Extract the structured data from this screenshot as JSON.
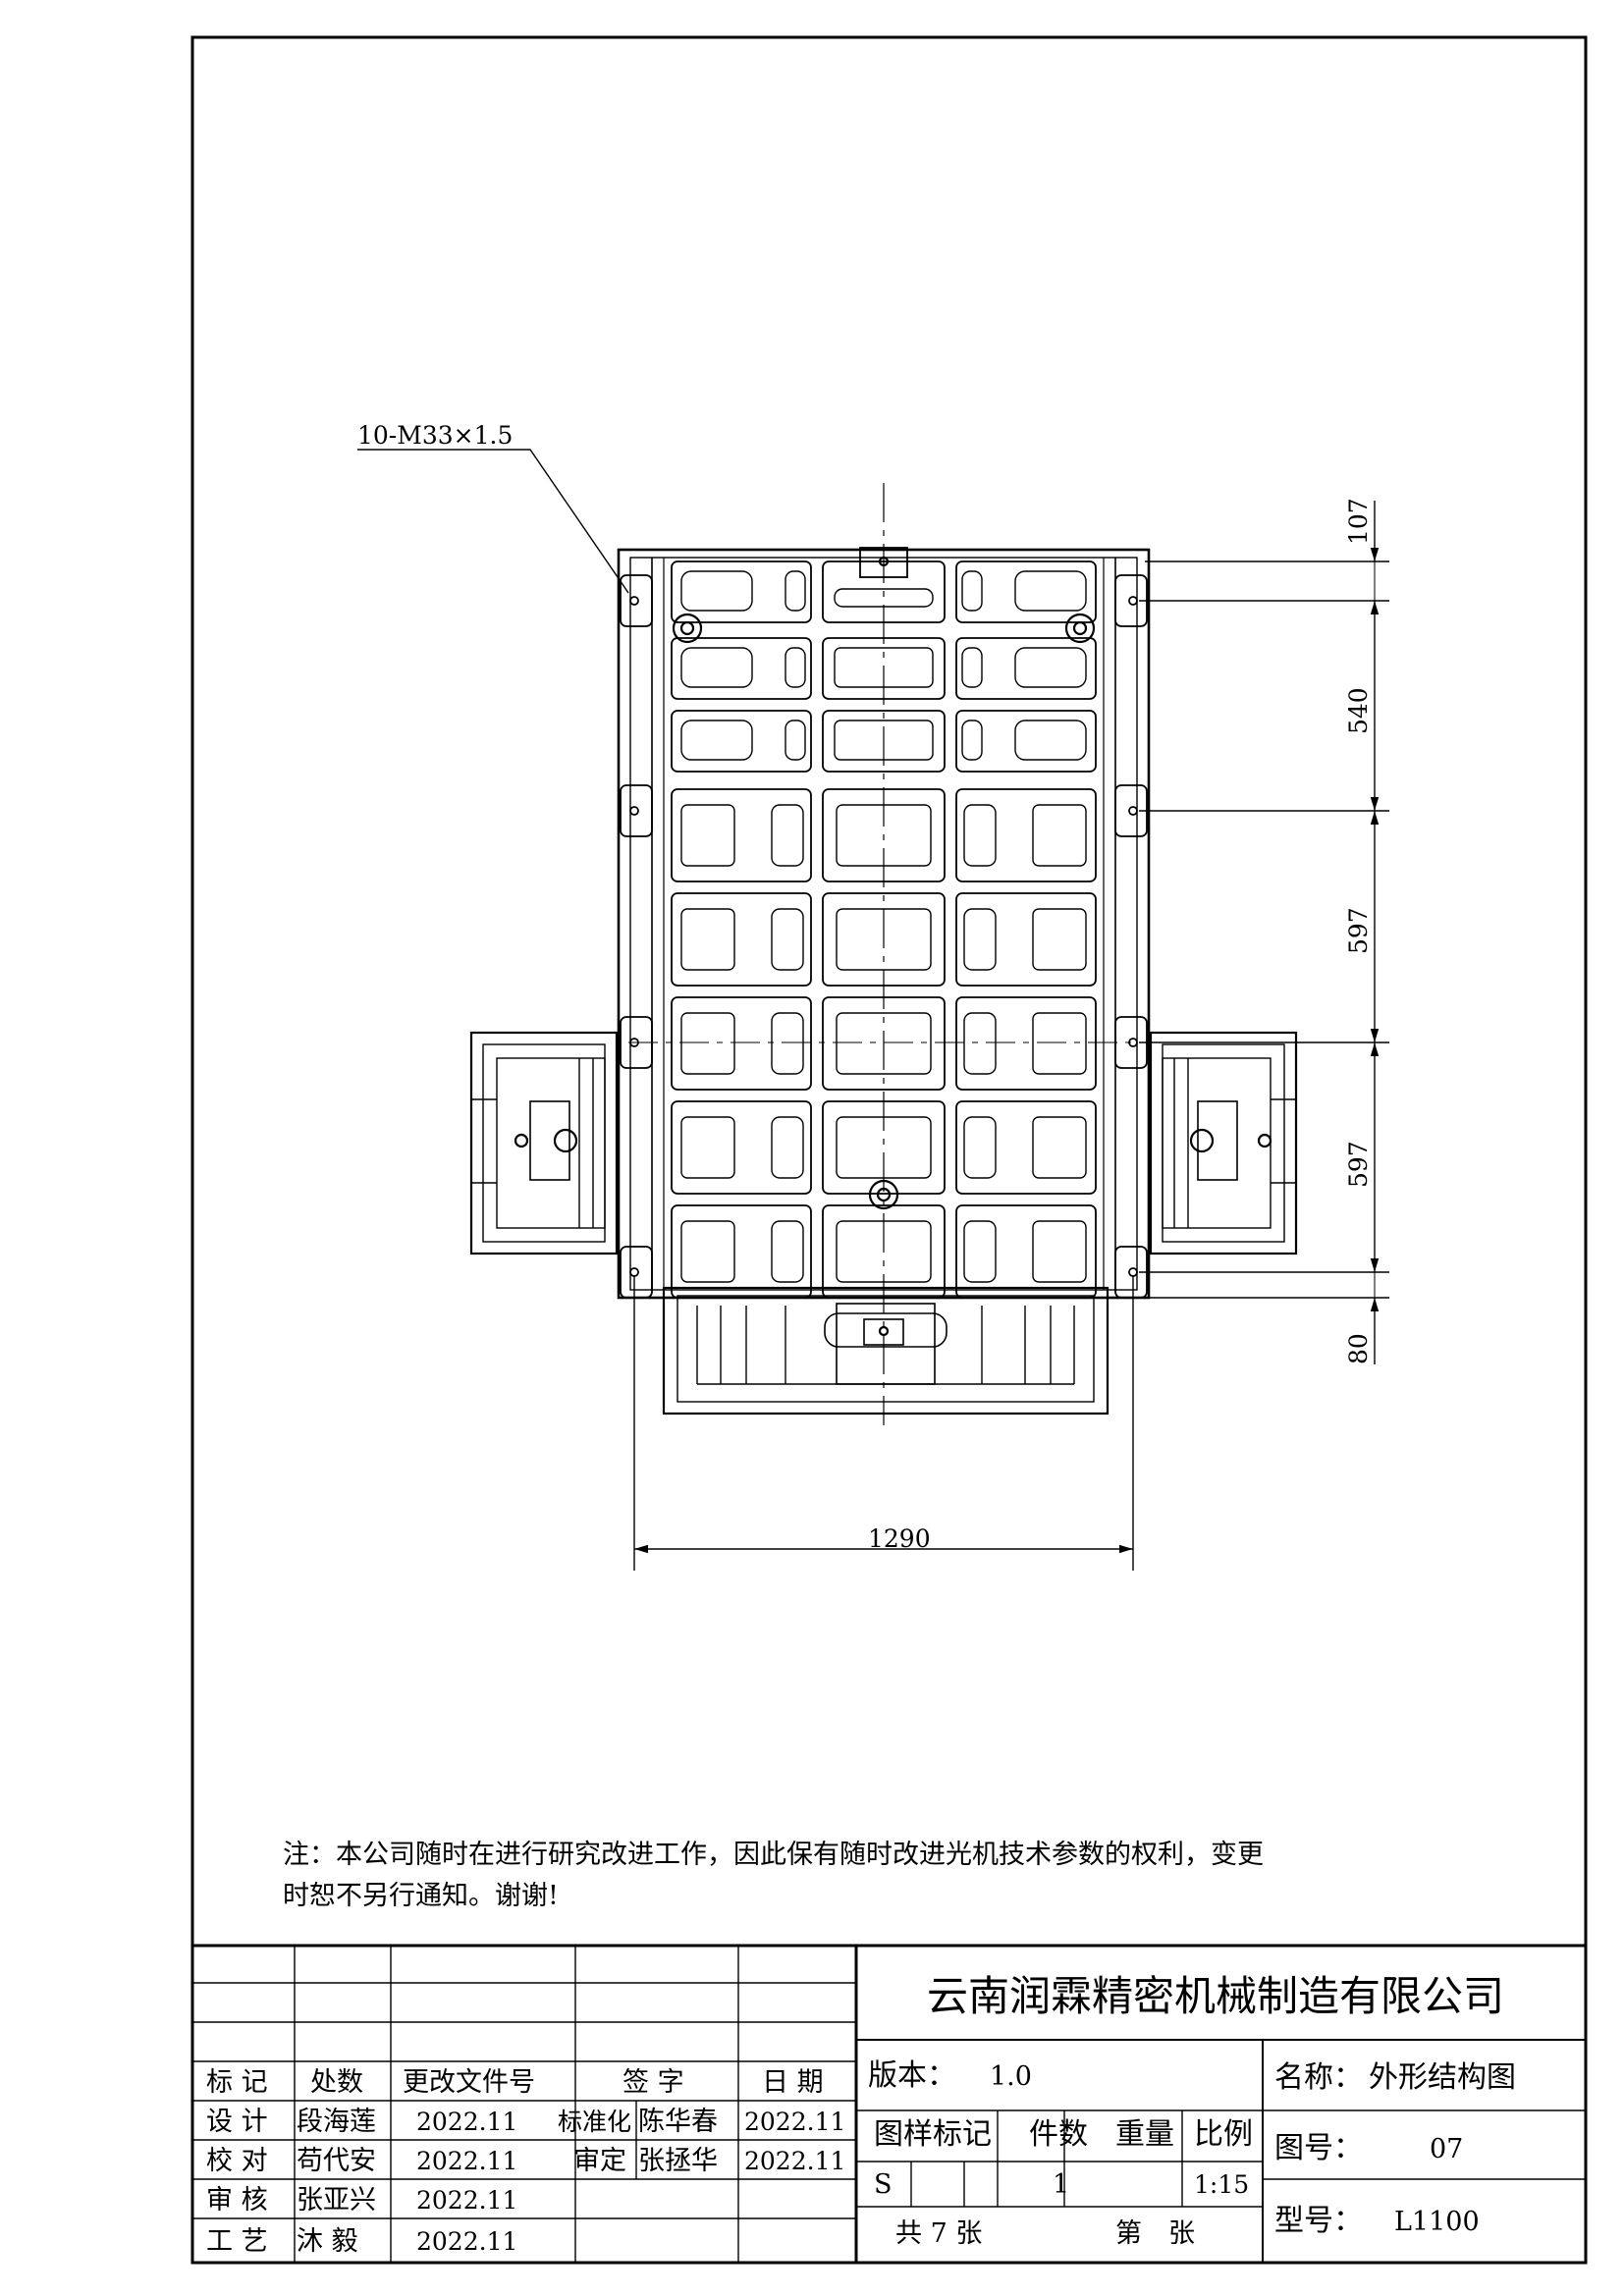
{
  "drawing": {
    "thread_callout": "10-M33×1.5",
    "dims_vertical": [
      "107",
      "540",
      "597",
      "597",
      "80"
    ],
    "dim_horizontal": "1290"
  },
  "note": {
    "line1": "注：本公司随时在进行研究改进工作，因此保有随时改进光机技术参数的权利，变更",
    "line2": "时恕不另行通知。谢谢!"
  },
  "title_block": {
    "company": "云南润霖精密机械制造有限公司",
    "revision_headers": [
      "标 记",
      "处数",
      "更改文件号",
      "签 字",
      "日 期"
    ],
    "rows": [
      {
        "role": "设 计",
        "name": "段海莲",
        "date": "2022.11",
        "role2": "标准化",
        "name2": "陈华春",
        "date2": "2022.11"
      },
      {
        "role": "校 对",
        "name": "苟代安",
        "date": "2022.11",
        "role2": "审定",
        "name2": "张拯华",
        "date2": "2022.11"
      },
      {
        "role": "审 核",
        "name": "张亚兴",
        "date": "2022.11"
      },
      {
        "role": "工 艺",
        "name": "沐 毅",
        "date": "2022.11"
      }
    ],
    "version_label": "版本：",
    "version_value": "1.0",
    "sample_mark_label": "图样标记",
    "qty_label": "件数",
    "weight_label": "重量",
    "scale_label": "比例",
    "sample_mark_value": "S",
    "qty_value": "1",
    "scale_value": "1:15",
    "sheets_total": "共 7 张",
    "sheet_no": "第　张",
    "name_label": "名称：",
    "name_value": "外形结构图",
    "drawing_no_label": "图号：",
    "drawing_no_value": "07",
    "model_label": "型号：",
    "model_value": "L1100"
  }
}
